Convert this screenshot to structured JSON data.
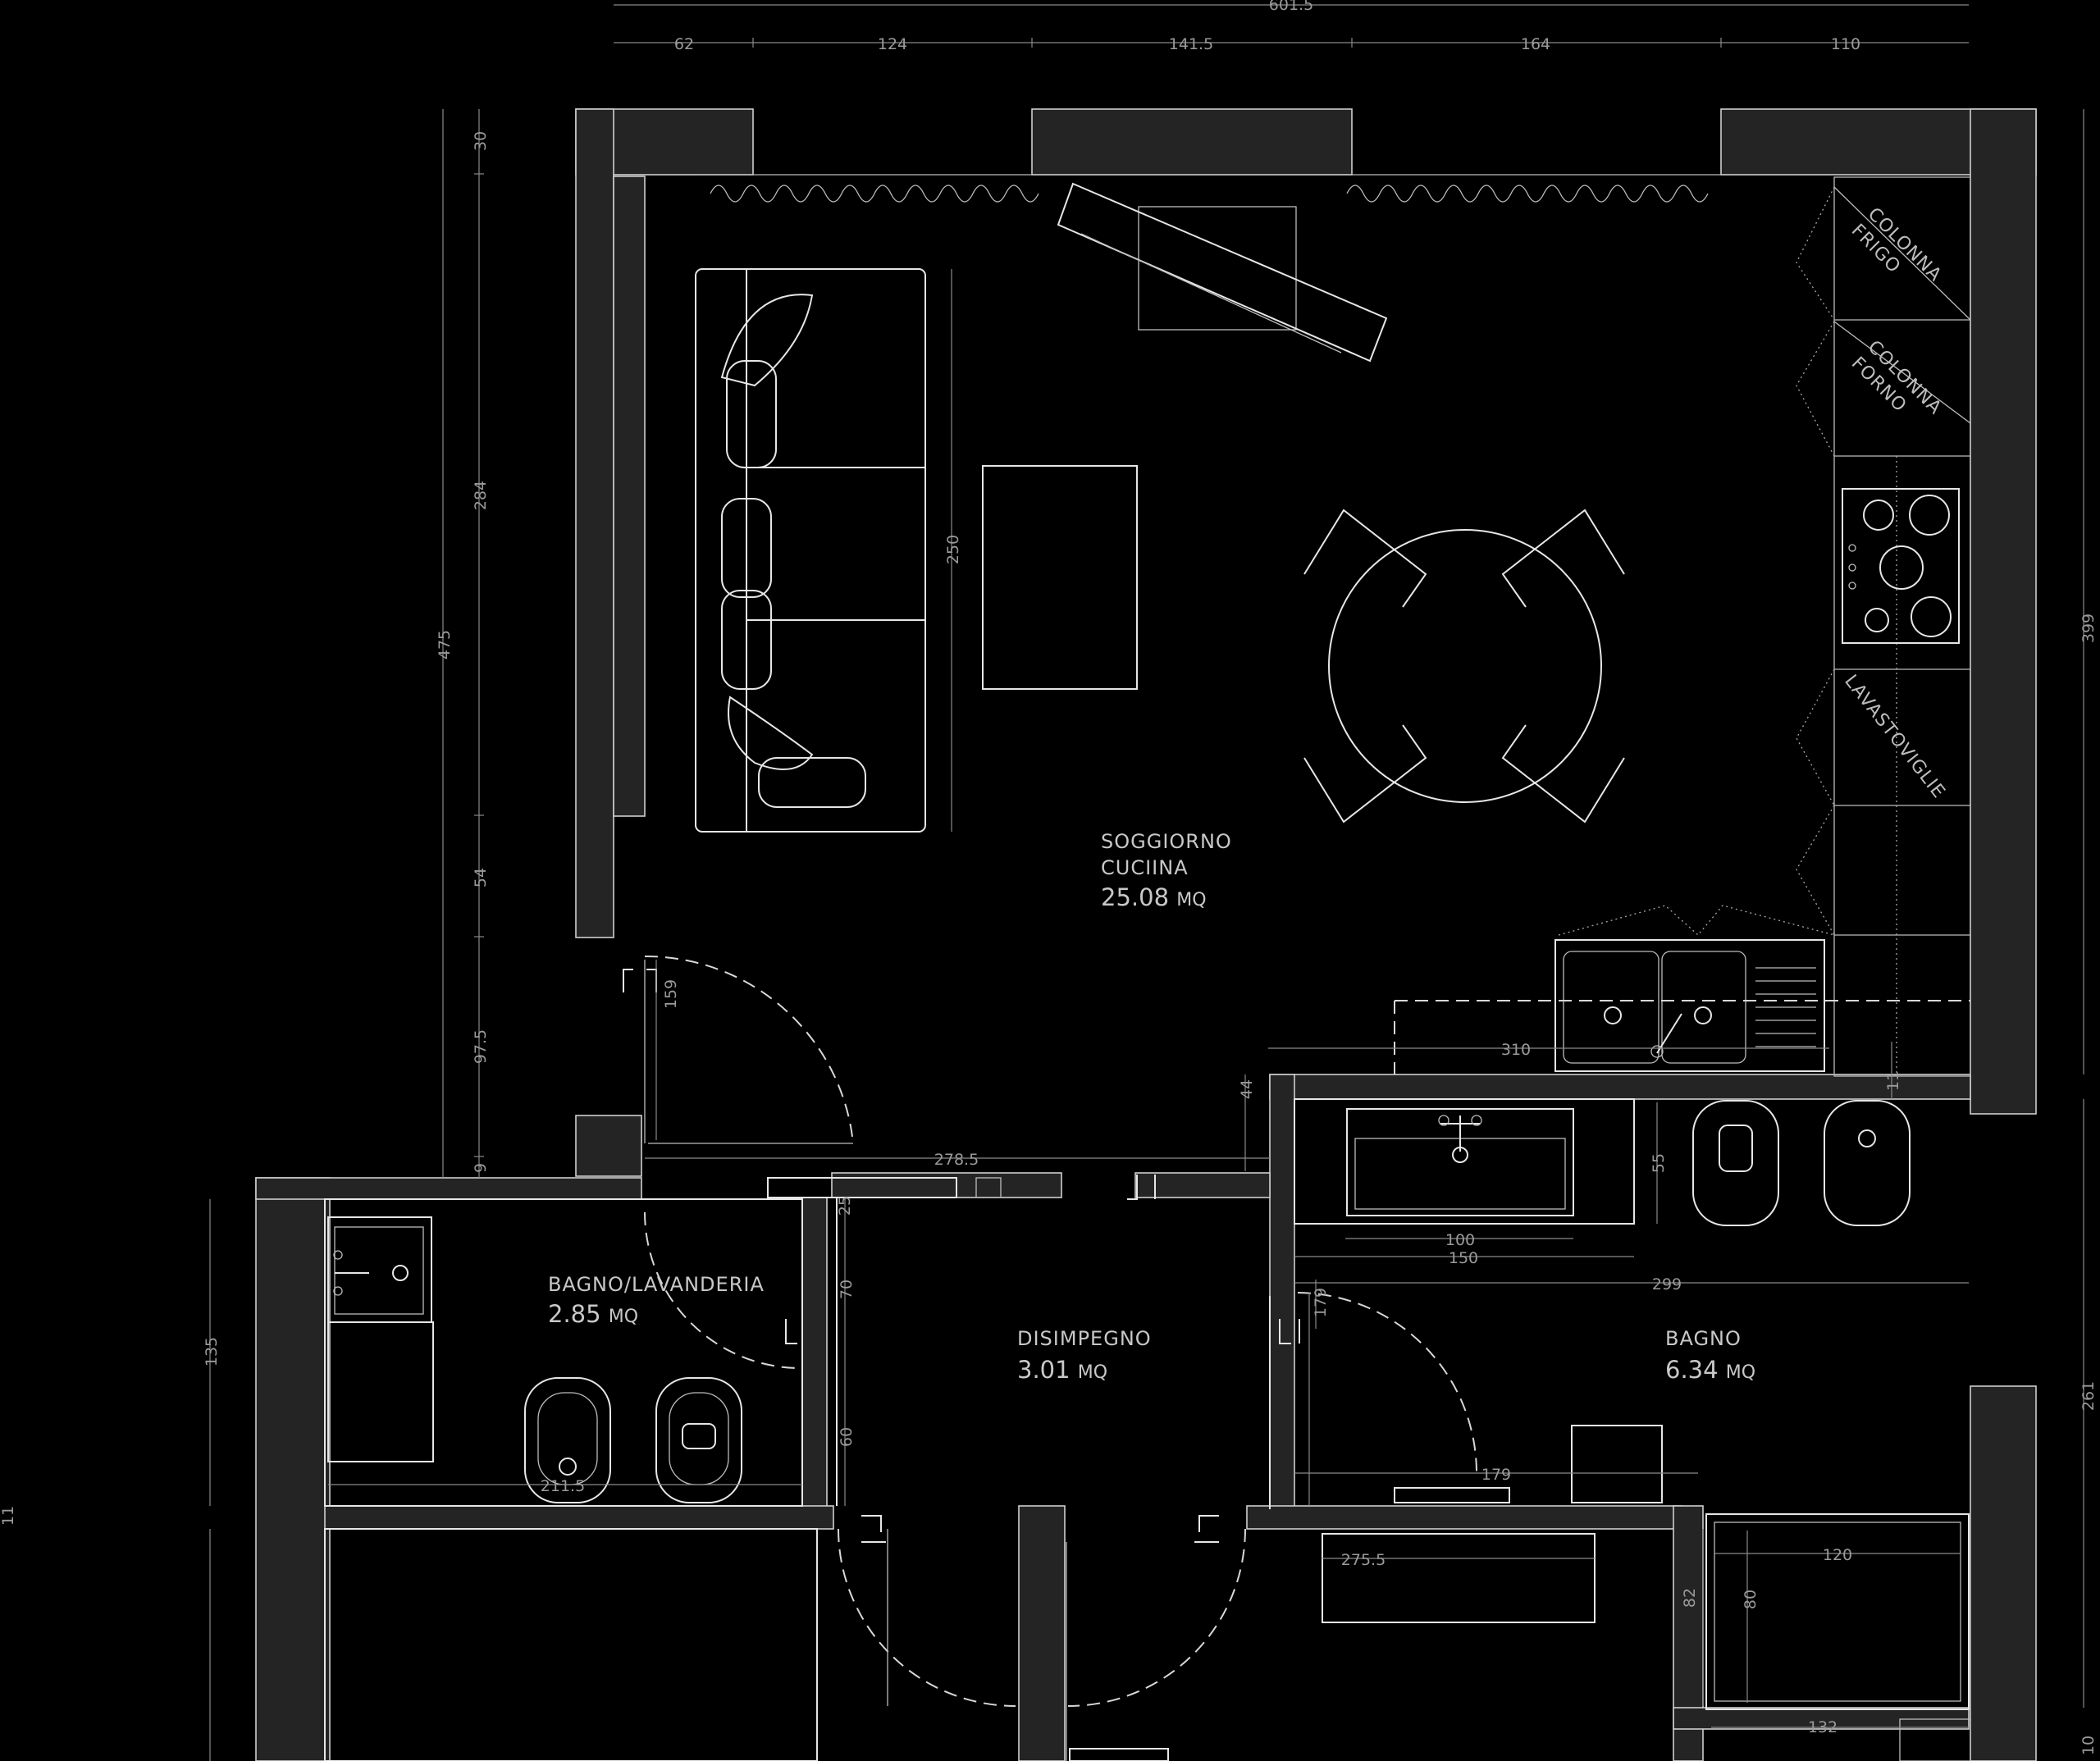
{
  "rooms": {
    "soggiorno": {
      "title_line1": "SOGGIORNO",
      "title_line2": "CUCIINA",
      "area": "25.08",
      "unit": "MQ"
    },
    "bagno_lav": {
      "title": "BAGNO/LAVANDERIA",
      "area": "2.85",
      "unit": "MQ"
    },
    "disimpegno": {
      "title": "DISIMPEGNO",
      "area": "3.01",
      "unit": "MQ"
    },
    "bagno": {
      "title": "BAGNO",
      "area": "6.34",
      "unit": "MQ"
    }
  },
  "appliances": {
    "frigo_1": "COLONNA",
    "frigo_2": "FRIGO",
    "forno_1": "COLONNA",
    "forno_2": "FORNO",
    "lavastoviglie": "LAVASTOVIGLIE"
  },
  "dimensions": {
    "top_total": "601.5",
    "top_1": "62",
    "top_2": "124",
    "top_3": "141.5",
    "top_4": "164",
    "top_5": "110",
    "left_total": "475",
    "left_1": "30",
    "left_2": "284",
    "left_3": "54",
    "left_4": "97.5",
    "left_5": "9",
    "left_lower": "135",
    "far_left": "11",
    "right_1": "399",
    "right_2": "261",
    "right_3": "10",
    "sofa": "250",
    "door": "159",
    "kitchen": "310",
    "right_small": "11",
    "corridor": "278.5",
    "corridor_gap": "44",
    "bagno_55": "55",
    "bagno_100": "100",
    "bagno_150": "150",
    "bagno_299": "299",
    "bagno_179v": "179",
    "bagno_179h": "179",
    "lav_211": "211.5",
    "lav_25": "25",
    "dis_70": "70",
    "dis_60": "60",
    "bottom_275": "275.5",
    "shower_120": "120",
    "shower_82": "82",
    "shower_80": "80",
    "bottom_132": "132"
  }
}
